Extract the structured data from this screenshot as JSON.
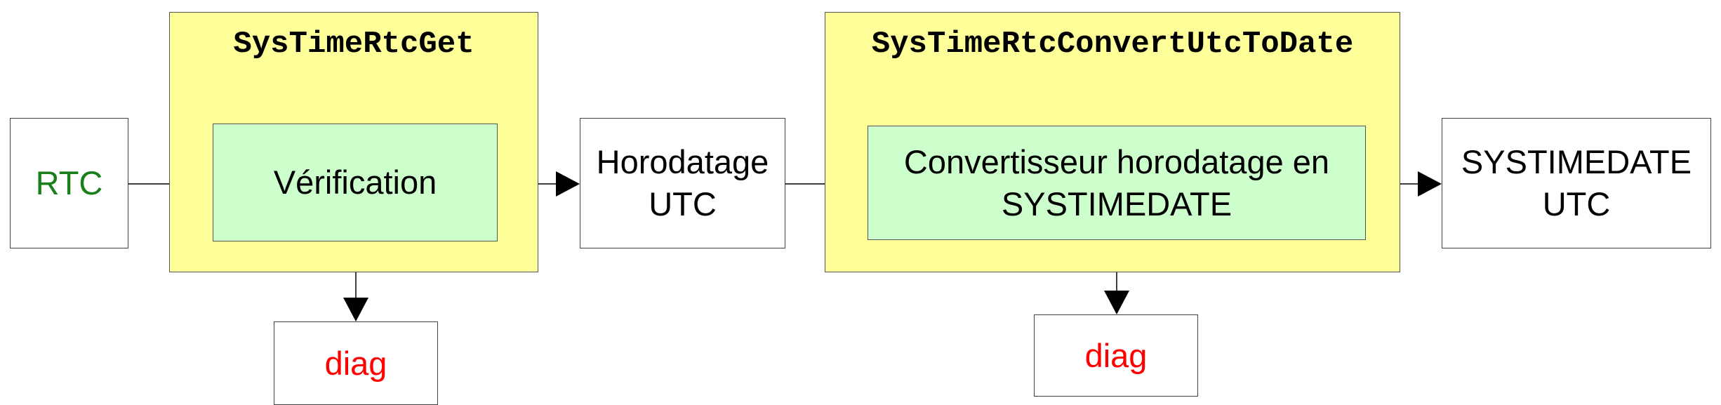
{
  "colors": {
    "container_fill": "#ffff99",
    "inner_fill": "#ccffcc",
    "rtc_text": "#1a7f1a",
    "diag_text": "#ff0000",
    "default_text": "#000000"
  },
  "nodes": {
    "rtc": {
      "label": "RTC"
    },
    "get_block": {
      "title": "SysTimeRtcGet",
      "inner": "Vérification"
    },
    "horodatage": {
      "label": "Horodatage\nUTC"
    },
    "convert_block": {
      "title": "SysTimeRtcConvertUtcToDate",
      "inner": "Convertisseur horodatage en\nSYSTIMEDATE"
    },
    "systimedate": {
      "label": "SYSTIMEDATE\nUTC"
    },
    "diag_left": {
      "label": "diag"
    },
    "diag_right": {
      "label": "diag"
    }
  },
  "edges": [
    {
      "from": "rtc",
      "to": "verification"
    },
    {
      "from": "verification",
      "to": "horodatage"
    },
    {
      "from": "horodatage",
      "to": "convertisseur"
    },
    {
      "from": "convertisseur",
      "to": "systimedate"
    },
    {
      "from": "verification",
      "to": "diag_left"
    },
    {
      "from": "convertisseur",
      "to": "diag_right"
    }
  ]
}
